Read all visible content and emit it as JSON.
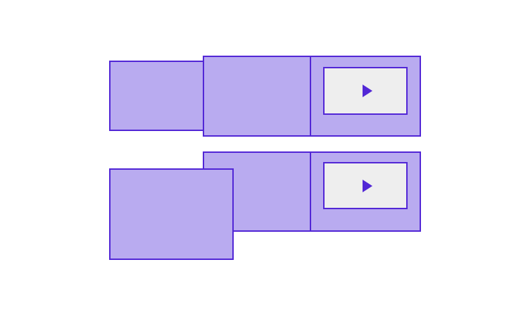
{
  "colors": {
    "fill": "#B9ABF0",
    "stroke": "#5227D6",
    "screen": "#EEEEEE",
    "background": "#FFFFFF"
  },
  "rows": [
    {
      "id": "top-row",
      "panels": [
        "side-panel",
        "center-panel",
        "player-panel"
      ],
      "player_icon": "play-icon"
    },
    {
      "id": "bottom-row",
      "panels": [
        "overlay-panel",
        "center-panel",
        "player-panel"
      ],
      "player_icon": "play-icon"
    }
  ]
}
